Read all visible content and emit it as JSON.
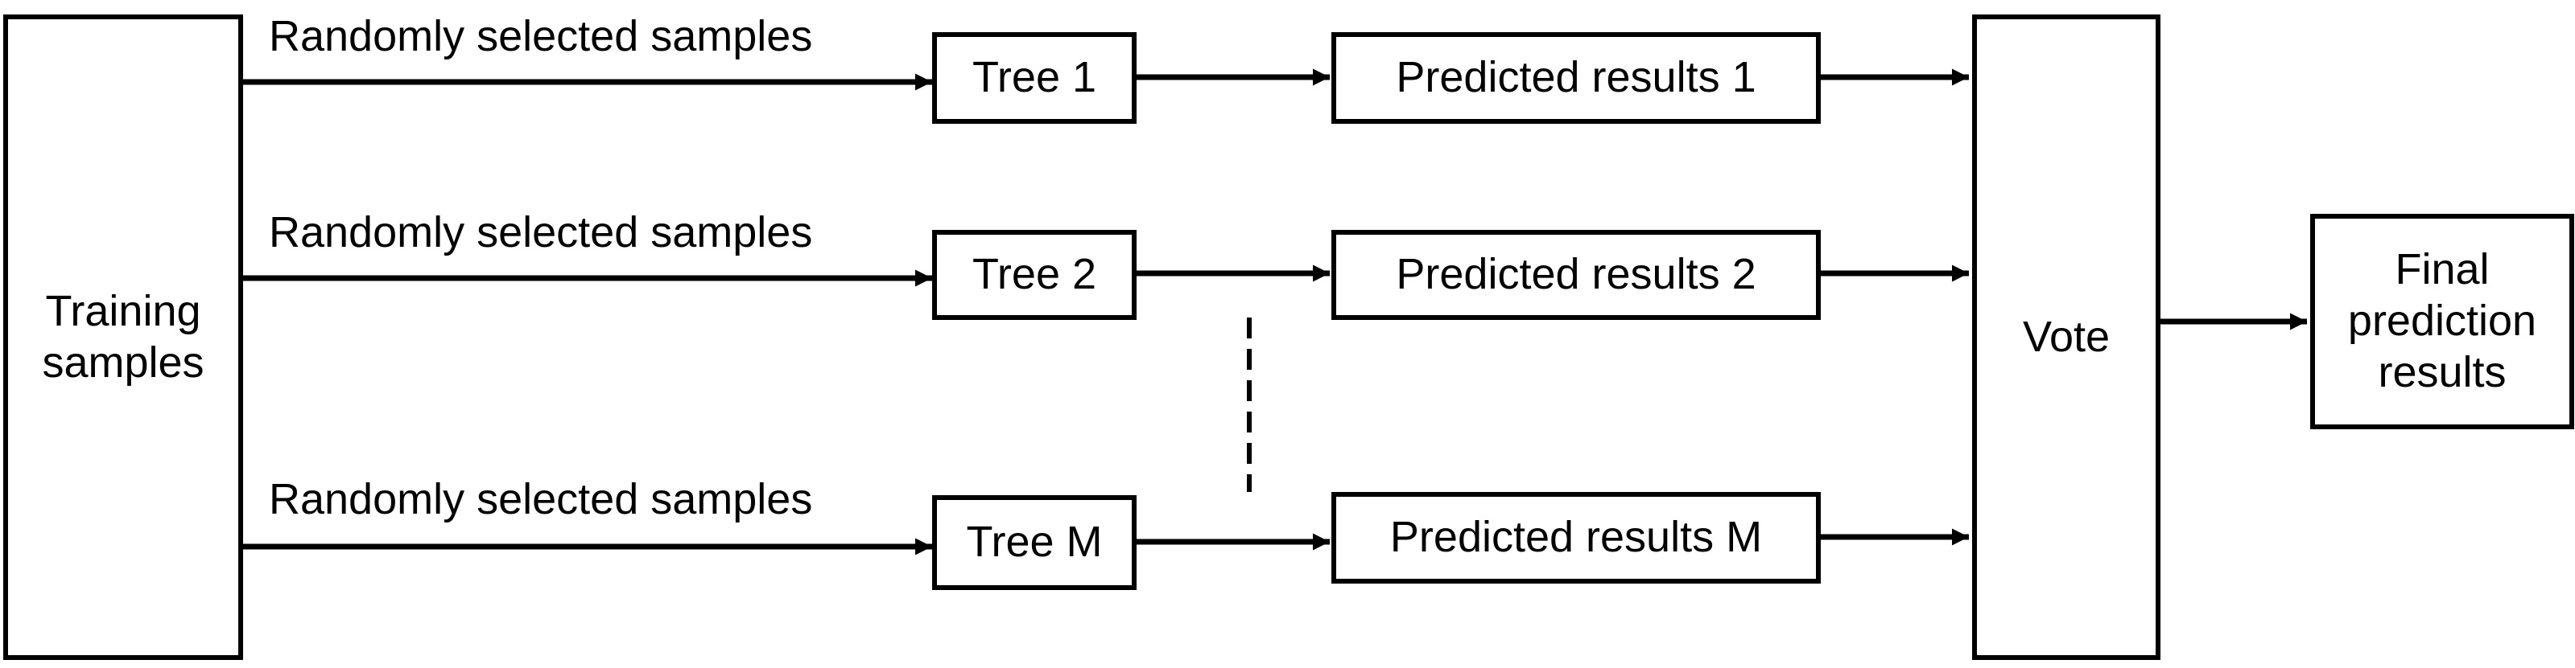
{
  "nodes": {
    "training": [
      "Training",
      "samples"
    ],
    "trees": [
      "Tree 1",
      "Tree 2",
      "Tree M"
    ],
    "predictions": [
      "Predicted results 1",
      "Predicted results 2",
      "Predicted results M"
    ],
    "vote": "Vote",
    "final": [
      "Final",
      "prediction",
      "results"
    ]
  },
  "edge_labels": [
    "Randomly selected samples",
    "Randomly selected samples",
    "Randomly selected samples"
  ]
}
